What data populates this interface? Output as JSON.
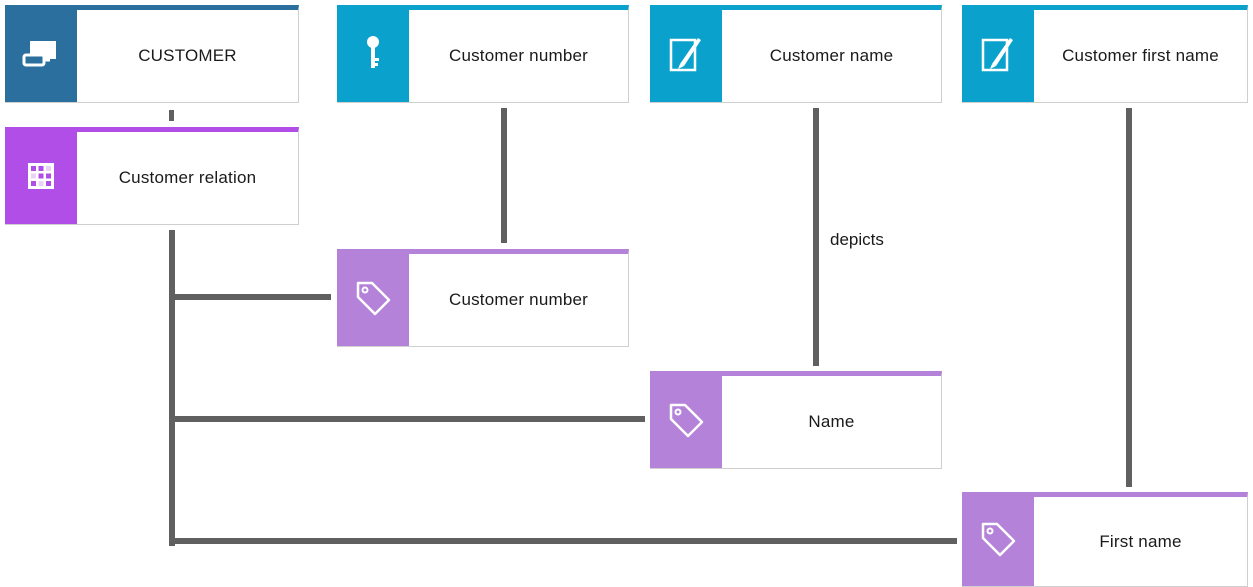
{
  "colors": {
    "entity": "#2a6f9d",
    "attribute": "#0aa2cc",
    "relation": "#b14ee8",
    "attribute_type": "#b482d8",
    "connector": "#606060"
  },
  "nodes": {
    "customer": {
      "label": "CUSTOMER",
      "icon": "entity-icon"
    },
    "customer_number_attr": {
      "label": "Customer number",
      "icon": "key-icon"
    },
    "customer_name_attr": {
      "label": "Customer name",
      "icon": "pen-document-icon"
    },
    "customer_first_name_attr": {
      "label": "Customer first name",
      "icon": "pen-document-icon"
    },
    "customer_relation": {
      "label": "Customer relation",
      "icon": "relation-table-icon"
    },
    "customer_number_type": {
      "label": "Customer number",
      "icon": "tag-icon"
    },
    "name_type": {
      "label": "Name",
      "icon": "tag-icon"
    },
    "first_name_type": {
      "label": "First name",
      "icon": "tag-icon"
    }
  },
  "edge_labels": {
    "depicts": "depicts"
  }
}
